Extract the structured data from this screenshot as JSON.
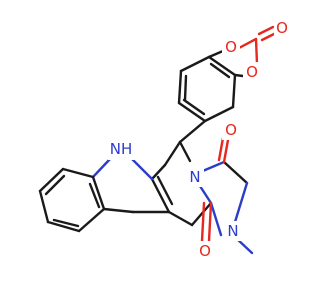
{
  "molecule": {
    "atoms": {
      "o_carbonate": {
        "symbol": "O",
        "color": "#e8271f"
      },
      "o_ring_top": {
        "symbol": "O",
        "color": "#e8271f"
      },
      "o_ring_bottom": {
        "symbol": "O",
        "color": "#e8271f"
      },
      "nh_indole": {
        "symbol": "NH",
        "color": "#2c3ec8"
      },
      "n_bridge": {
        "symbol": "N",
        "color": "#2c3ec8"
      },
      "o_amide_upper": {
        "symbol": "O",
        "color": "#e8271f"
      },
      "n_methyl": {
        "symbol": "N",
        "color": "#2c3ec8"
      },
      "o_amide_lower": {
        "symbol": "O",
        "color": "#e8271f"
      }
    }
  }
}
